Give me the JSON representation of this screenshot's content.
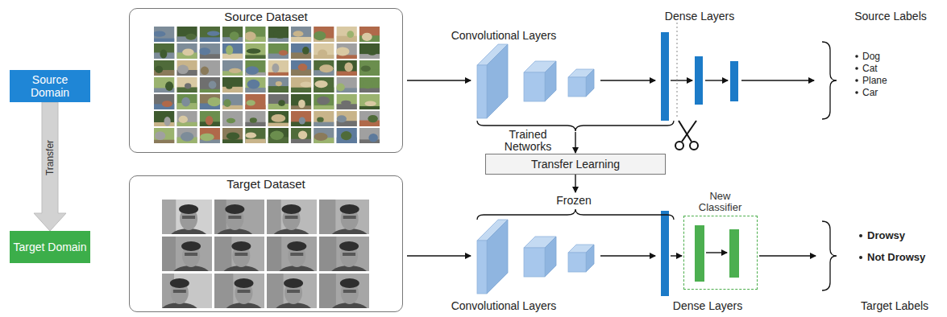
{
  "diagram": {
    "nodes": [
      {
        "text": [
          "Source Domain"
        ]
      },
      {
        "text": [
          "Source Dataset"
        ]
      },
      {
        "text": [
          "Transfer Learning"
        ]
      },
      {
        "text": [
          "Target Domain"
        ]
      },
      {
        "text": [
          "Target Dataset"
        ]
      },
      {
        "text": [
          "New Classifier"
        ]
      }
    ],
    "edges": [
      {
        "from": 0,
        "to": 3,
        "arrow": "to",
        "label": "Transfer"
      }
    ],
    "labels": [
      "Convolutional Layers",
      "Dense Layers",
      "Source Labels",
      "Dog",
      "Cat",
      "Plane",
      "Car",
      "Trained Networks",
      "Frozen",
      "Convolutional Layers",
      "Dense Layers",
      "Drowsy",
      "Not Drowsy",
      "Target Labels"
    ]
  }
}
